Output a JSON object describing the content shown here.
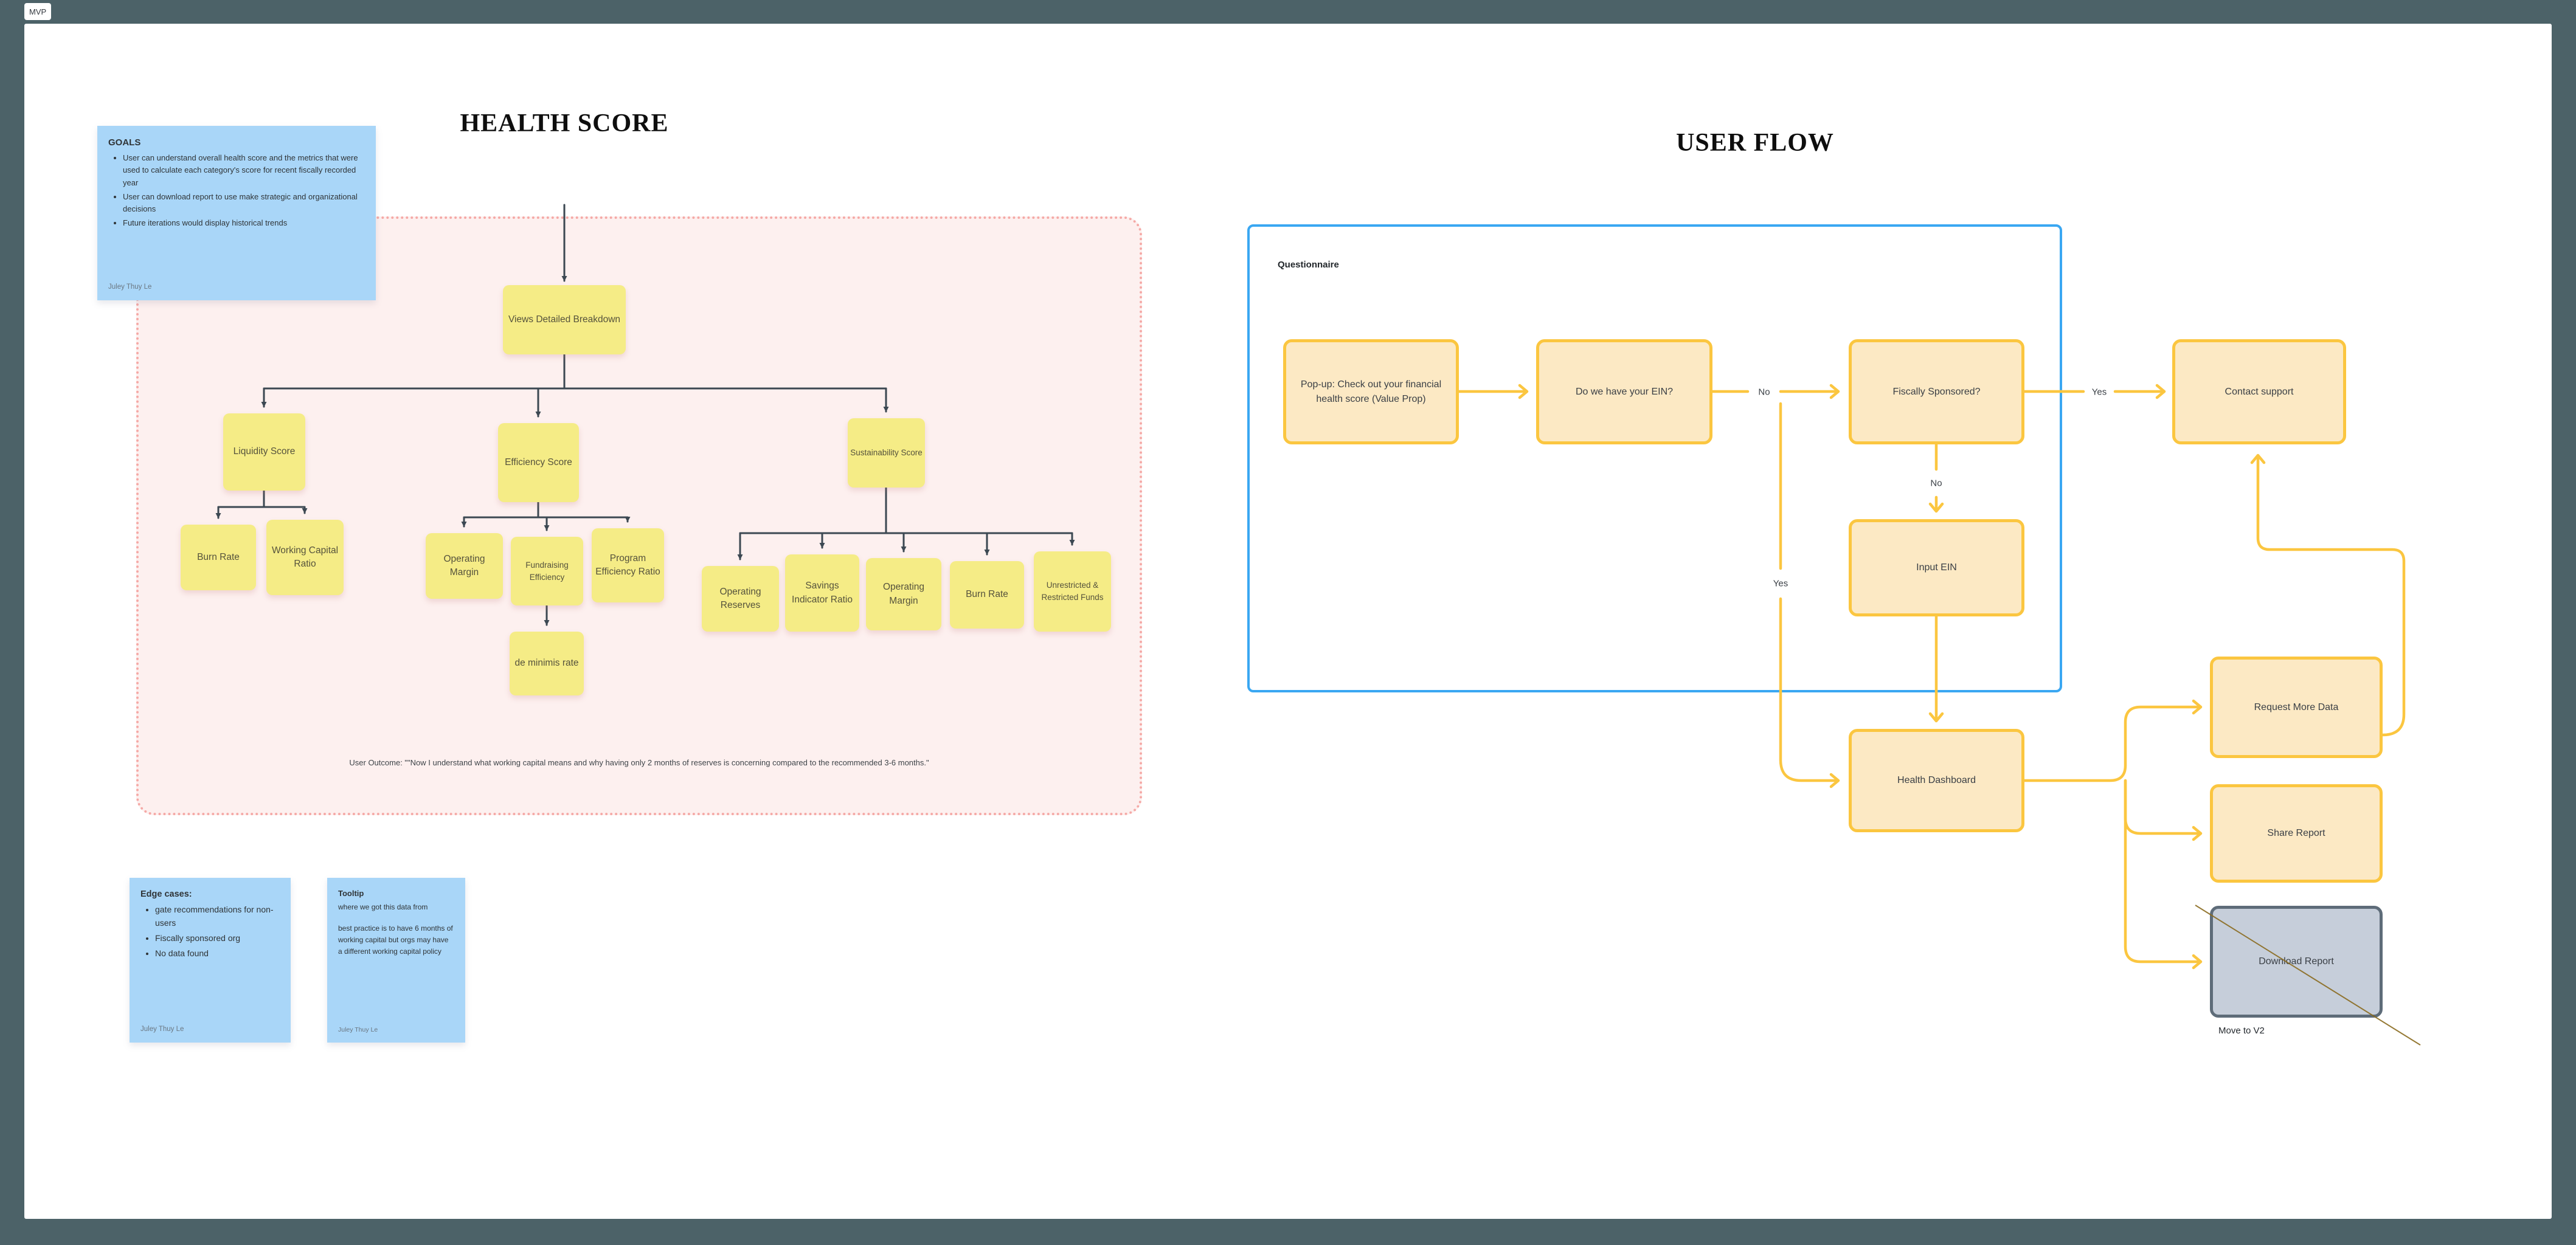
{
  "frame_label": "MVP",
  "health": {
    "title": "HEALTH SCORE",
    "goals": {
      "title": "GOALS",
      "bullets": [
        "User can understand overall health score and the metrics that were used to calculate each category's score for recent fiscally recorded year",
        "User can download report to use make strategic and organizational decisions",
        "Future iterations would  display historical trends"
      ],
      "author": "Juley Thuy Le"
    },
    "tree": {
      "root": "Views Detailed Breakdown",
      "liquidity": "Liquidity Score",
      "efficiency": "Efficiency Score",
      "sustainability": "Sustainability Score",
      "burn_rate": "Burn Rate",
      "working_capital": "Working Capital Ratio",
      "operating_margin": "Operating Margin",
      "fundraising": "Fundraising Efficiency",
      "program_efficiency": "Program Efficiency Ratio",
      "de_minimis": "de minimis rate",
      "operating_reserves": "Operating Reserves",
      "savings_indicator": "Savings Indicator Ratio",
      "operating_margin2": "Operating Margin",
      "burn_rate2": "Burn Rate",
      "unrestricted_funds": "Unrestricted & Restricted Funds"
    },
    "user_outcome": "User Outcome: \"\"Now I understand what working capital means and why having only 2 months of reserves is concerning compared to the recommended 3-6 months.\"",
    "edge_cases": {
      "title": "Edge cases:",
      "bullets": [
        "gate recommendations for non-users",
        "Fiscally sponsored org",
        "No data found"
      ],
      "author": "Juley Thuy Le"
    },
    "tooltip": {
      "title": "Tooltip",
      "body1": "where we got this data from",
      "body2": "best practice is to have 6 months of working capital but orgs may have a different working capital policy",
      "author": "Juley Thuy Le"
    }
  },
  "flow": {
    "title": "USER FLOW",
    "frame_label": "Questionnaire",
    "nodes": {
      "popup": "Pop-up: Check out your financial health score (Value Prop)",
      "ein": "Do we have your EIN?",
      "fiscally": "Fiscally Sponsored?",
      "contact": "Contact support",
      "input_ein": "Input EIN",
      "dashboard": "Health Dashboard",
      "request": "Request More Data",
      "share": "Share Report",
      "download": "Download Report"
    },
    "labels": {
      "no1": "No",
      "yes1": "Yes",
      "no2": "No",
      "yes2": "Yes",
      "move_v2": "Move to V2"
    }
  },
  "colors": {
    "surround": "#4C6268",
    "canvas": "#FFFFFF",
    "sticky_blue": "#A9D6F8",
    "sticky_yellow": "#F5EC86",
    "flow_fill": "#FCE9C4",
    "flow_border": "#FBC640",
    "zone_fill": "#FDF0EF",
    "zone_border": "#F5A9A6",
    "frame_border": "#3AA7F2",
    "tree_connector": "#3C4852",
    "grey_fill": "#C6CEDA",
    "grey_border": "#5E6C79",
    "strike": "#8A6A1E"
  }
}
